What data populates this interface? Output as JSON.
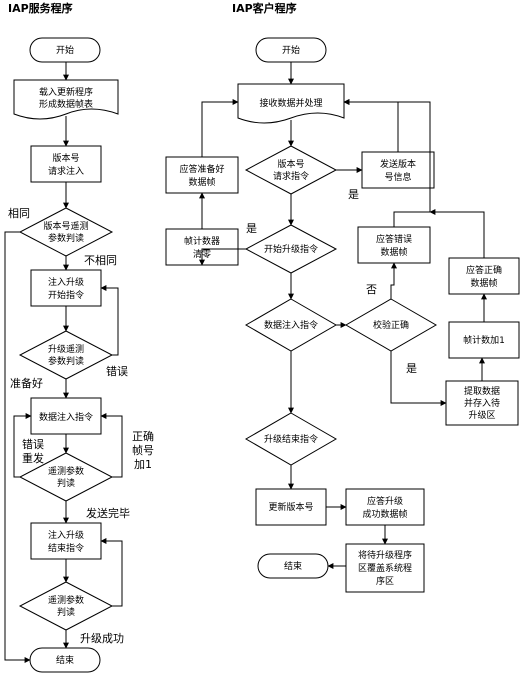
{
  "left": {
    "title": "IAP服务程序",
    "start": "开始",
    "load": [
      "载入更新程序",
      "形成数据帧表"
    ],
    "version_request": [
      "版本号",
      "请求注入"
    ],
    "version_check": [
      "版本号遥测",
      "参数判读"
    ],
    "inject_upgrade": [
      "注入升级",
      "开始指令"
    ],
    "upgrade_check": [
      "升级遥测",
      "参数判读"
    ],
    "data_inject": "数据注入指令",
    "telemetry_check1": [
      "遥测参数",
      "判读"
    ],
    "inject_end": [
      "注入升级",
      "结束指令"
    ],
    "telemetry_check2": [
      "遥测参数",
      "判读"
    ],
    "end": "结束",
    "labels": {
      "same": "相同",
      "diff": "不相同",
      "error1": "错误",
      "ready": "准备好",
      "error_resend_1": "错误",
      "error_resend_2": "重发",
      "correct_1": "正确",
      "correct_2": "帧号",
      "correct_3": "加1",
      "sent_done": "发送完毕",
      "upgrade_success": "升级成功"
    }
  },
  "right": {
    "title": "IAP客户程序",
    "start": "开始",
    "receive": "接收数据并处理",
    "version_cmd": [
      "版本号",
      "请求指令"
    ],
    "send_version": [
      "发送版本",
      "号信息"
    ],
    "ready_frame": [
      "应答准备好",
      "数据帧"
    ],
    "frame_counter_reset": [
      "帧计数器",
      "清零"
    ],
    "start_upgrade_cmd": "开始升级指令",
    "error_frame": [
      "应答错误",
      "数据帧"
    ],
    "correct_frame": [
      "应答正确",
      "数据帧"
    ],
    "data_inject_cmd": "数据注入指令",
    "verify": "校验正确",
    "frame_count_inc": "帧计数加1",
    "extract": [
      "提取数据",
      "并存入待",
      "升级区"
    ],
    "end_upgrade_cmd": "升级结束指令",
    "update_version": "更新版本号",
    "upgrade_success_frame": [
      "应答升级",
      "成功数据帧"
    ],
    "overwrite": [
      "将待升级程序",
      "区覆盖系统程",
      "序区"
    ],
    "end": "结束",
    "labels": {
      "yes1": "是",
      "yes2": "是",
      "no": "否",
      "yes3": "是"
    }
  }
}
